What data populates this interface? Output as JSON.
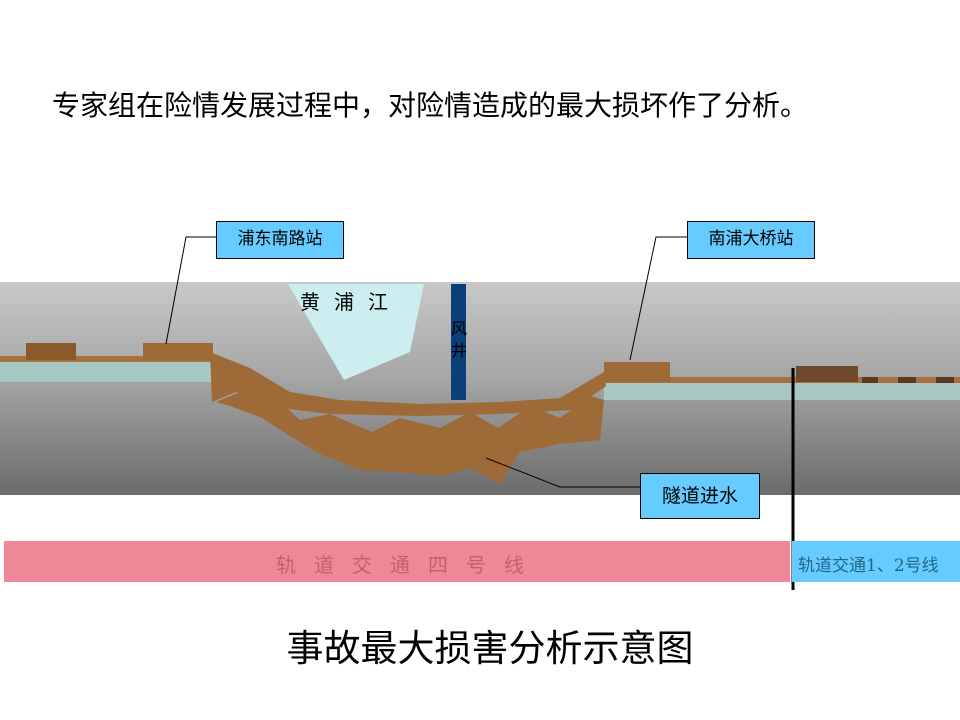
{
  "intro": "专家组在险情发展过程中，对险情造成的最大损坏作了分析。",
  "labels": {
    "station_left": "浦东南路站",
    "station_right": "南浦大桥站",
    "river": "黄浦江",
    "shaft": "风井",
    "flood": "隧道进水"
  },
  "lines": {
    "line4": "轨道交通四号线",
    "line12": "轨道交通1、2号线"
  },
  "caption": "事故最大损害分析示意图",
  "colors": {
    "ground_top": "#c8c8c8",
    "ground_bottom": "#6b6b6b",
    "river": "#cdeef0",
    "tunnel": "#9e6a37",
    "callout": "#66ccff",
    "line4": "#ee8899",
    "line12": "#66ccff",
    "shaft": "#0a3f7a"
  }
}
